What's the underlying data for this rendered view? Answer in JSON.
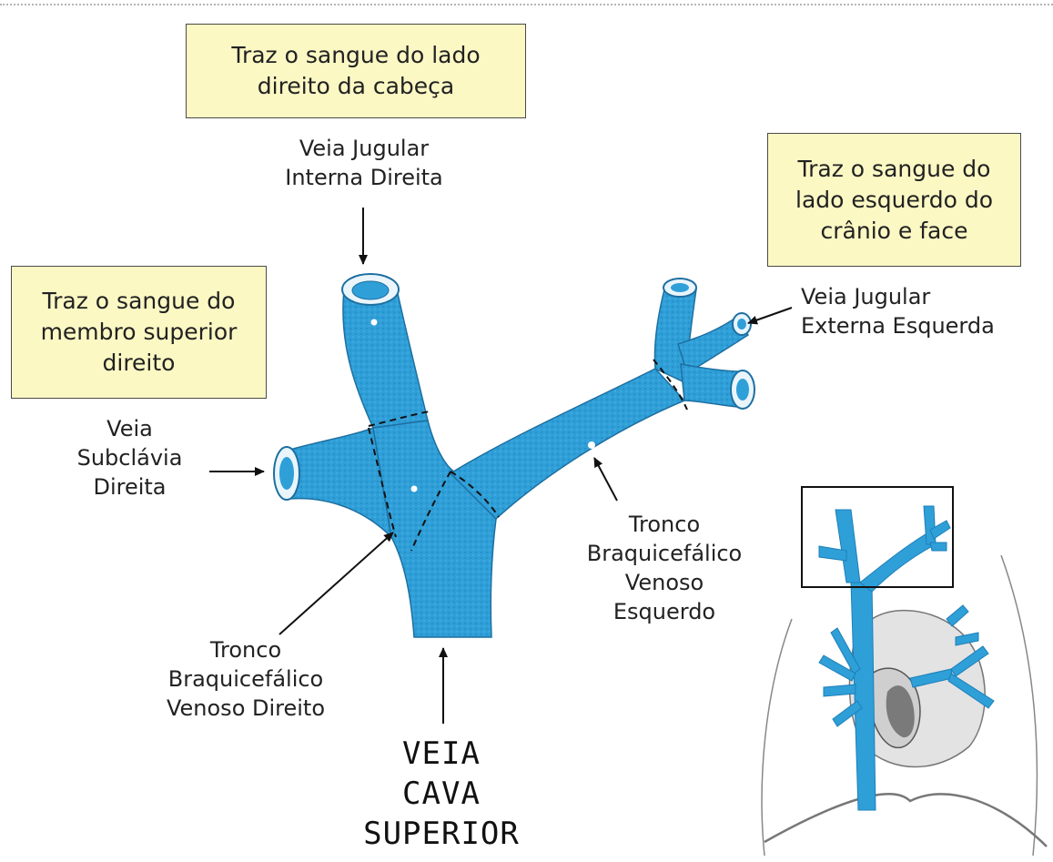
{
  "boxes": {
    "right_head": "Traz o sangue do lado\ndireito da cabeça",
    "left_skull": "Traz o sangue do\nlado esquerdo do\ncrânio e face",
    "right_arm": "Traz o sangue do\nmembro superior\ndireito"
  },
  "labels": {
    "jugular_interna": "Veia Jugular\nInterna Direita",
    "jugular_externa": "Veia Jugular\nExterna Esquerda",
    "subclavia": "Veia\nSubclávia\nDireita",
    "tronco_esquerdo": "Tronco\nBraquicefálico\nVenoso\nEsquerdo",
    "tronco_direito": "Tronco\nBraquicefálico\nVenoso Direito"
  },
  "title": "VEIA\nCAVA\nSUPERIOR",
  "colors": {
    "vein": "#2f9fd8",
    "vein_dark": "#1d7fb8",
    "box_fill": "#fbf8c4"
  }
}
